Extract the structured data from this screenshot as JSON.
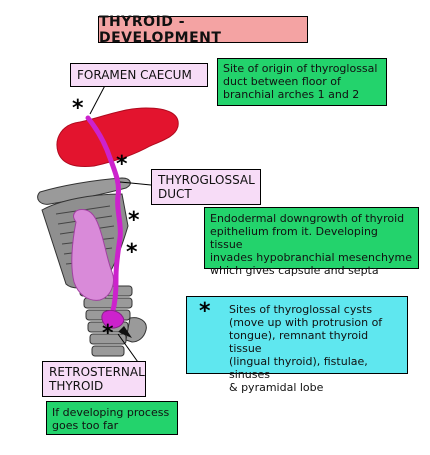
{
  "title": "THYROID - DEVELOPMENT",
  "labels": {
    "foramen_caecum": "FORAMEN CAECUM",
    "thyroglossal_duct_line1": "THYROGLOSSAL",
    "thyroglossal_duct_line2": "DUCT",
    "retrosternal_line1": "RETROSTERNAL",
    "retrosternal_line2": "THYROID"
  },
  "notes": {
    "foramen_caecum": [
      "Site of origin of thyroglossal",
      "duct between floor of",
      "branchial arches 1 and 2"
    ],
    "thyroglossal_duct": [
      "Endodermal downgrowth of thyroid",
      "epithelium from it. Developing tissue",
      "invades hypobranchial mesenchyme",
      "which gives capsule and septa"
    ],
    "retrosternal": [
      "If developing process",
      "goes too far"
    ]
  },
  "legend": {
    "symbol": "*",
    "lines": [
      "Sites of thyroglossal cysts",
      "(move up with protrusion of",
      "tongue), remnant thyroid tissue",
      "(lingual thyroid), fistulae, sinuses",
      "& pyramidal lobe"
    ]
  },
  "markers": [
    "*",
    "*",
    "*",
    "*",
    "*"
  ],
  "colors": {
    "title_bg": "#f4a3a3",
    "label_bg": "#f7dcf7",
    "note_bg": "#23d36c",
    "legend_bg": "#5fe7ef",
    "duct": "#cc22cc",
    "tongue": "#e3142e",
    "thyroid": "#d98ad9",
    "cartilage": "#8f8f8f"
  }
}
